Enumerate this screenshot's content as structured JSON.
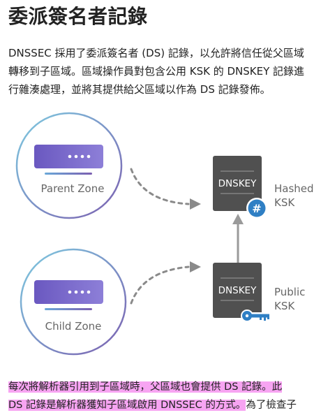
{
  "article": {
    "title": "委派簽名者記錄",
    "intro_lines": [
      "DNSSEC 採用了委派簽名者 (DS) 記錄，以允許將信任從父區域",
      "轉移到子區域。區域操作員對包含公用 KSK 的 DNSKEY 記錄進",
      "行雜湊處理，並將其提供給父區域以作為 DS 記錄發佈。"
    ]
  },
  "diagram": {
    "parent_zone_label": "Parent Zone",
    "child_zone_label": "Child Zone",
    "top_record_label": "DNSKEY",
    "bottom_record_label": "DNSKEY",
    "hashed_ksk_label_line1": "Hashed",
    "hashed_ksk_label_line2": "KSK",
    "public_ksk_label_line1": "Public",
    "public_ksk_label_line2": "KSK",
    "hash_badge_symbol": "#",
    "colors": {
      "circle_gradient_start": "#7ecbe0",
      "circle_gradient_end": "#7b5fb0",
      "server": "#7b67c8",
      "record_box": "#505050",
      "badge": "#2f7fc4",
      "key": "#2f7fc4",
      "arrow": "#8a8a8a"
    }
  },
  "footer": {
    "highlight_line1": "每次將解析器引用到子區域時，父區域也會提供 DS 記錄。此",
    "highlight_line2": "DS 記錄是解析器獲知子區域啟用 DNSSEC 的方式。",
    "tail_text": "為了檢查子",
    "highlight_color": "#f7a4f2"
  }
}
